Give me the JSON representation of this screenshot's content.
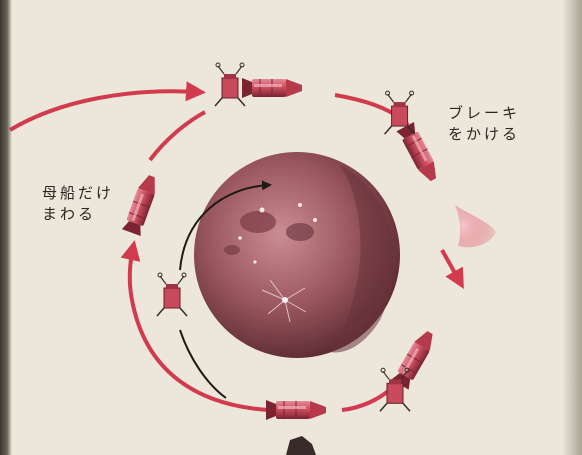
{
  "labels": {
    "mother_ship": [
      "母船だけ",
      "まわる"
    ],
    "brake": [
      "ブレーキ",
      "をかける"
    ]
  },
  "colors": {
    "background": "#ece7da",
    "orbit": "#d23a4e",
    "moon": "#8c4a52",
    "ship_body": "#c84a5c",
    "ship_dark": "#7a2432",
    "lander_path": "#1e1a18"
  },
  "icons": [
    "spacecraft-icon",
    "lunar-module-icon",
    "moon-icon",
    "rocket-exhaust-icon"
  ]
}
